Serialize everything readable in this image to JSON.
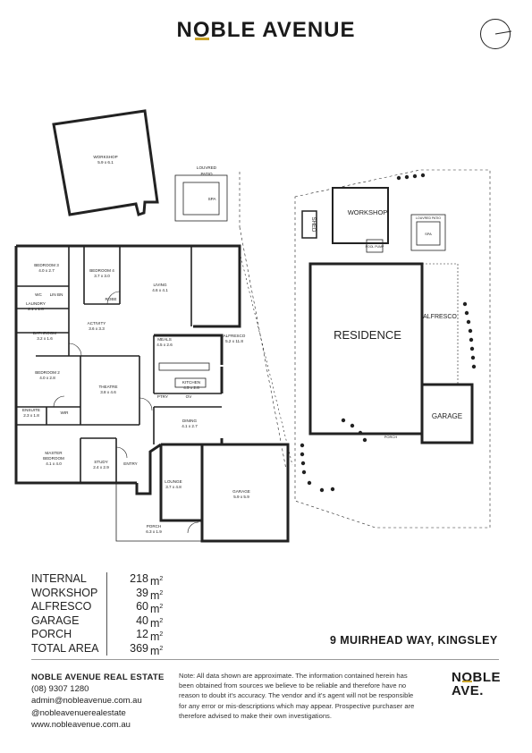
{
  "brand": {
    "name_before": "N",
    "name_o": "O",
    "name_after": "BLE AVENUE",
    "accent_color": "#c9a227"
  },
  "compass": {
    "icon": "north-compass-icon"
  },
  "floorplan": {
    "rooms": [
      {
        "name": "WORKSHOP",
        "dims": "5.9 x 6.1"
      },
      {
        "name": "LOUVRED",
        "name2": "PATIO"
      },
      {
        "name": "SPA"
      },
      {
        "name": "BEDROOM 3",
        "dims": "4.0 x 2.7"
      },
      {
        "name": "BEDROOM 4",
        "dims": "3.7 x 3.0"
      },
      {
        "name": "ROBE"
      },
      {
        "name": "LIVING",
        "dims": "4.6 x 4.1"
      },
      {
        "name": "LIN BN"
      },
      {
        "name": "WC"
      },
      {
        "name": "LAUNDRY",
        "dims": "2.1 x 1.8"
      },
      {
        "name": "ACTIVITY",
        "dims": "3.6 x 3.3"
      },
      {
        "name": "BATHROOM",
        "dims": "3.2 x 1.6"
      },
      {
        "name": "MEALS",
        "dims": "4.5 x 2.6"
      },
      {
        "name": "ALFRESCO",
        "dims": "5.2 x 11.8"
      },
      {
        "name": "BEDROOM 2",
        "dims": "4.0 x 2.8"
      },
      {
        "name": "THEATRE",
        "dims": "3.8 x 4.6"
      },
      {
        "name": "KITCHEN",
        "dims": "4.5 x 2.8"
      },
      {
        "name": "PTRY"
      },
      {
        "name": "OV"
      },
      {
        "name": "ENSUITE",
        "dims": "2.3 x 1.8"
      },
      {
        "name": "WIR"
      },
      {
        "name": "DINING",
        "dims": "4.1 x 2.7"
      },
      {
        "name": "MASTER",
        "name2": "BEDROOM",
        "dims": "4.1 x 4.0"
      },
      {
        "name": "STUDY",
        "dims": "2.4 x 2.9"
      },
      {
        "name": "ENTRY"
      },
      {
        "name": "LOUNGE",
        "dims": "3.7 x 4.8"
      },
      {
        "name": "GARAGE",
        "dims": "5.9 x 5.9"
      },
      {
        "name": "PORCH",
        "dims": "6.3 x 1.9"
      }
    ]
  },
  "siteplan": {
    "labels": {
      "workshop": "WORKSHOP",
      "shed": "SHED",
      "spa": "SPA",
      "louvred_patio": "LOUVRED PATIO",
      "pool_pump": "POOL PUMP",
      "residence": "RESIDENCE",
      "alfresco": "ALFRESCO",
      "garage": "GARAGE",
      "porch": "PORCH"
    }
  },
  "areas": [
    {
      "label": "INTERNAL",
      "value": "218",
      "unit": "m",
      "sup": "2"
    },
    {
      "label": "WORKSHOP",
      "value": "39",
      "unit": "m",
      "sup": "2"
    },
    {
      "label": "ALFRESCO",
      "value": "60",
      "unit": "m",
      "sup": "2"
    },
    {
      "label": "GARAGE",
      "value": "40",
      "unit": "m",
      "sup": "2"
    },
    {
      "label": "PORCH",
      "value": "12",
      "unit": "m",
      "sup": "2"
    },
    {
      "label": "TOTAL AREA",
      "value": "369",
      "unit": "m",
      "sup": "2"
    }
  ],
  "address": "9 MUIRHEAD WAY, KINGSLEY",
  "contact": {
    "agency": "NOBLE AVENUE REAL ESTATE",
    "phone": "(08) 9307 1280",
    "email": "admin@nobleavenue.com.au",
    "social": "@nobleavenuerealestate",
    "web": "www.nobleavenue.com.au"
  },
  "disclaimer": "Note: All data shown are approximate. The information contained herein has been obtained from sources we believe to be reliable and therefore have no reason to doubt it's accuracy. The vendor and it's agent will not be responsible for any error or mis-descriptions which may appear. Prospective purchaser are therefore advised to make their own investigations.",
  "logo_small": {
    "line1_before": "N",
    "line1_o": "O",
    "line1_after": "BLE",
    "line2": "AVE."
  }
}
